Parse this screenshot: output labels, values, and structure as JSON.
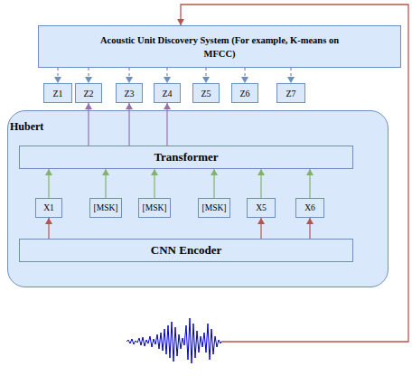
{
  "diagram": {
    "nodes": [
      {
        "text": [
          "Acoustic Unit Discovery System (For example, K-means on MFCC)"
        ]
      },
      {
        "text": [
          "Z1"
        ]
      },
      {
        "text": [
          "Z2"
        ]
      },
      {
        "text": [
          "Z3"
        ]
      },
      {
        "text": [
          "Z4"
        ]
      },
      {
        "text": [
          "Z5"
        ]
      },
      {
        "text": [
          "Z6"
        ]
      },
      {
        "text": [
          "Z7"
        ]
      },
      {
        "text": [
          "Hubert"
        ]
      },
      {
        "text": [
          "Transformer"
        ],
        "in": 8
      },
      {
        "text": [
          "X1"
        ],
        "in": 8
      },
      {
        "text": [
          "[MSK]"
        ],
        "in": 8
      },
      {
        "text": [
          "[MSK]"
        ],
        "in": 8
      },
      {
        "text": [
          "[MSK]"
        ],
        "in": 8
      },
      {
        "text": [
          "X5"
        ],
        "in": 8
      },
      {
        "text": [
          "X6"
        ],
        "in": 8
      },
      {
        "text": [
          "CNN Encoder"
        ],
        "in": 8
      }
    ],
    "edges": [
      {
        "from": 0,
        "to": 1,
        "arrow": "to"
      },
      {
        "from": 0,
        "to": 2,
        "arrow": "to"
      },
      {
        "from": 0,
        "to": 3,
        "arrow": "to"
      },
      {
        "from": 0,
        "to": 4,
        "arrow": "to"
      },
      {
        "from": 0,
        "to": 5,
        "arrow": "to"
      },
      {
        "from": 0,
        "to": 6,
        "arrow": "to"
      },
      {
        "from": 0,
        "to": 7,
        "arrow": "to"
      },
      {
        "from": 9,
        "to": 2,
        "arrow": "to"
      },
      {
        "from": 9,
        "to": 3,
        "arrow": "to"
      },
      {
        "from": 9,
        "to": 4,
        "arrow": "to"
      },
      {
        "from": 10,
        "to": 9,
        "arrow": "to"
      },
      {
        "from": 11,
        "to": 9,
        "arrow": "to"
      },
      {
        "from": 12,
        "to": 9,
        "arrow": "to"
      },
      {
        "from": 13,
        "to": 9,
        "arrow": "to"
      },
      {
        "from": 14,
        "to": 9,
        "arrow": "to"
      },
      {
        "from": 15,
        "to": 9,
        "arrow": "to"
      },
      {
        "from": 16,
        "to": 10,
        "arrow": "to"
      },
      {
        "from": 16,
        "to": 14,
        "arrow": "to"
      },
      {
        "from": 16,
        "to": 15,
        "arrow": "to"
      }
    ]
  }
}
